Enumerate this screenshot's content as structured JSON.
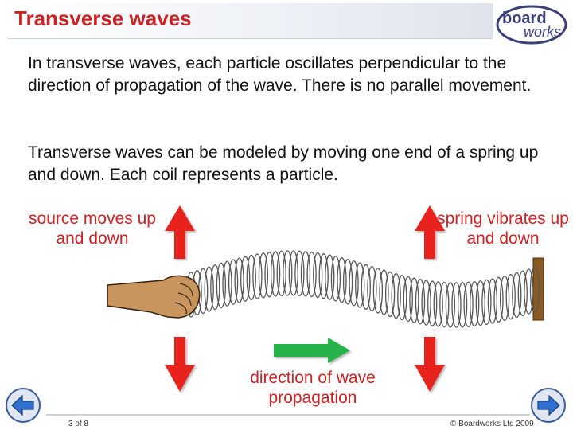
{
  "header": {
    "title": "Transverse waves",
    "logo_line1": "board",
    "logo_line2": "works"
  },
  "body": {
    "paragraph1": "In transverse waves, each particle oscillates perpendicular to the direction of propagation of the wave. There is no parallel movement.",
    "paragraph2": "Transverse waves can be modeled by moving one end of a spring up and down. Each coil represents a particle."
  },
  "diagram": {
    "source_label": "source moves up and down",
    "spring_label": "spring vibrates up and down",
    "direction_label": "direction of wave propagation",
    "colors": {
      "vertical_arrow": "#e8231f",
      "direction_arrow": "#27b34a",
      "hand": "#c8955e",
      "wall": "#8a5a22",
      "coil": "#555555",
      "label": "#cc2222"
    }
  },
  "footer": {
    "slide_number": "3 of 8",
    "copyright": "© Boardworks Ltd 2009"
  },
  "navigation": {
    "prev_icon": "arrow-left-icon",
    "next_icon": "arrow-right-icon"
  }
}
